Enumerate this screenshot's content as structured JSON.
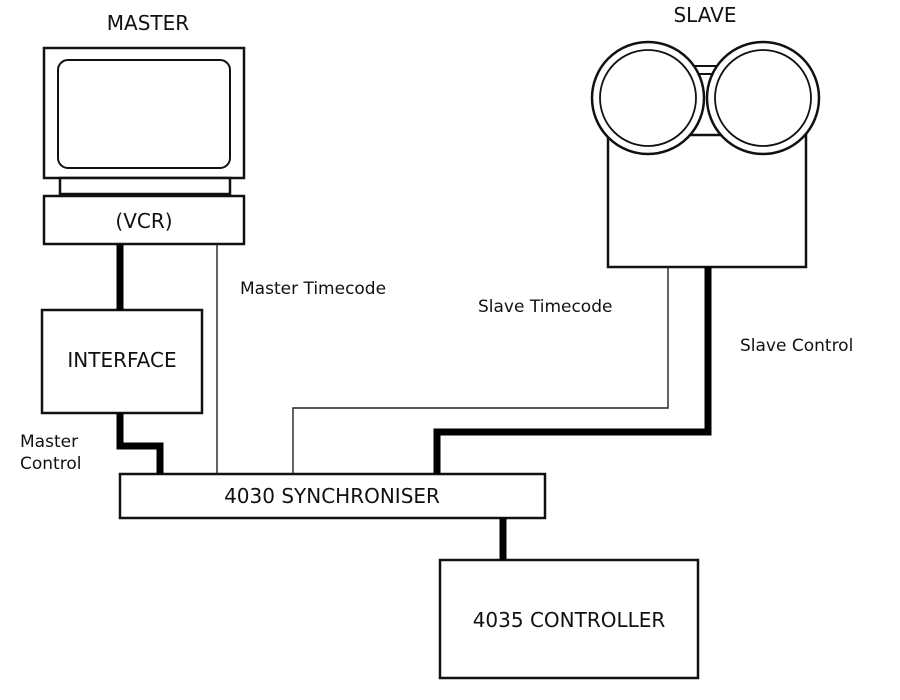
{
  "labels": {
    "master": "MASTER",
    "slave": "SLAVE",
    "vcr": "(VCR)",
    "interface": "INTERFACE",
    "synchroniser": "4030 SYNCHRONISER",
    "controller": "4035 CONTROLLER",
    "master_timecode": "Master Timecode",
    "slave_timecode": "Slave Timecode",
    "slave_control": "Slave Control",
    "master_control_line1": "Master",
    "master_control_line2": "Control"
  }
}
